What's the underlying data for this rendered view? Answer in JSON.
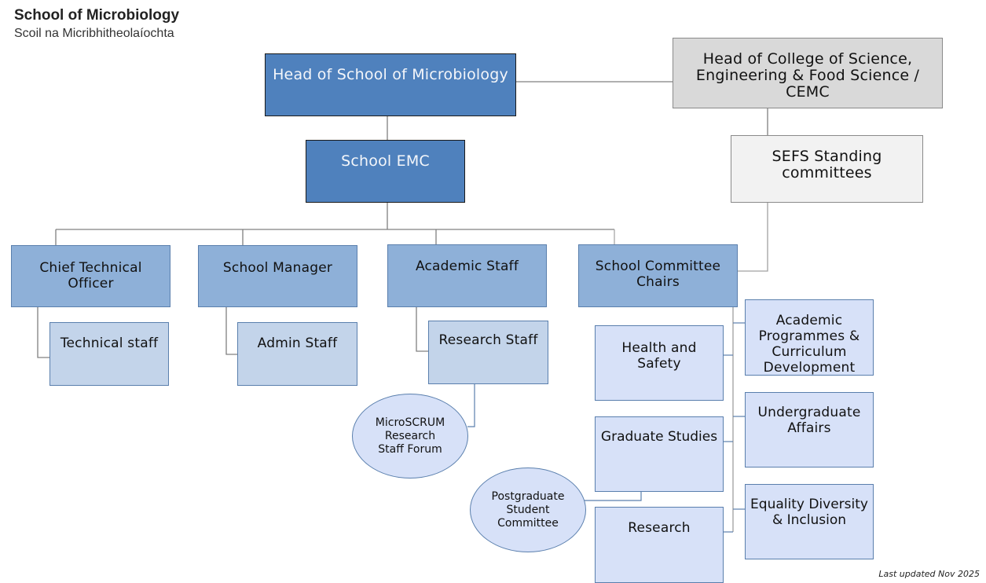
{
  "header": {
    "title": "School of Microbiology",
    "subtitle": "Scoil na Micribhitheolaíochta"
  },
  "nodes": {
    "head_of_school": "Head of School of Microbiology",
    "school_emc": "School EMC",
    "head_of_college": "Head of College of Science, Engineering & Food Science / CEMC",
    "sefs_committees": "SEFS Standing committees",
    "chief_technical_officer": "Chief Technical Officer",
    "technical_staff": "Technical staff",
    "school_manager": "School Manager",
    "admin_staff": "Admin Staff",
    "academic_staff": "Academic Staff",
    "research_staff": "Research Staff",
    "microscrum": "MicroSCRUM Research Staff Forum",
    "committee_chairs": "School Committee Chairs",
    "health_safety": "Health and Safety",
    "graduate_studies": "Graduate Studies",
    "research": "Research",
    "academic_programmes": "Academic Programmes & Curriculum Development",
    "undergraduate_affairs": "Undergraduate Affairs",
    "edi": "Equality Diversity & Inclusion",
    "postgraduate_committee": "Postgraduate Student Committee"
  },
  "colors": {
    "top_level": "#4f81bd",
    "second_level": "#8eb0d8",
    "staff_level": "#c3d4ea",
    "committee_level": "#d7e1f8",
    "college_level": "#d9d9d9",
    "sefs_level": "#f2f2f2"
  },
  "footer": {
    "last_updated": "Last updated Nov 2025"
  }
}
